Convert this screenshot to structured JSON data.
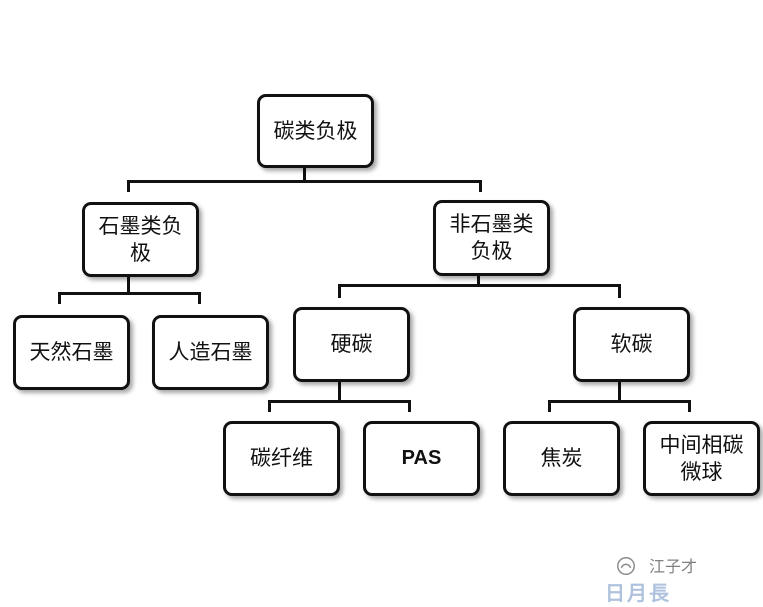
{
  "diagram": {
    "root": "碳类负极",
    "graphite": "石墨类负极",
    "natural_graphite": "天然石墨",
    "artificial_graphite": "人造石墨",
    "non_graphite": "非石墨类负极",
    "hard_carbon": "硬碳",
    "carbon_fiber": "碳纤维",
    "pas": "PAS",
    "soft_carbon": "软碳",
    "coke": "焦炭",
    "mcmb": "中间相碳微球"
  },
  "watermark": {
    "account": "江子才",
    "brand": "日月長"
  },
  "colors": {
    "line": "#111111",
    "box_border": "#111111",
    "watermark_brand": "#4d7ab8"
  }
}
